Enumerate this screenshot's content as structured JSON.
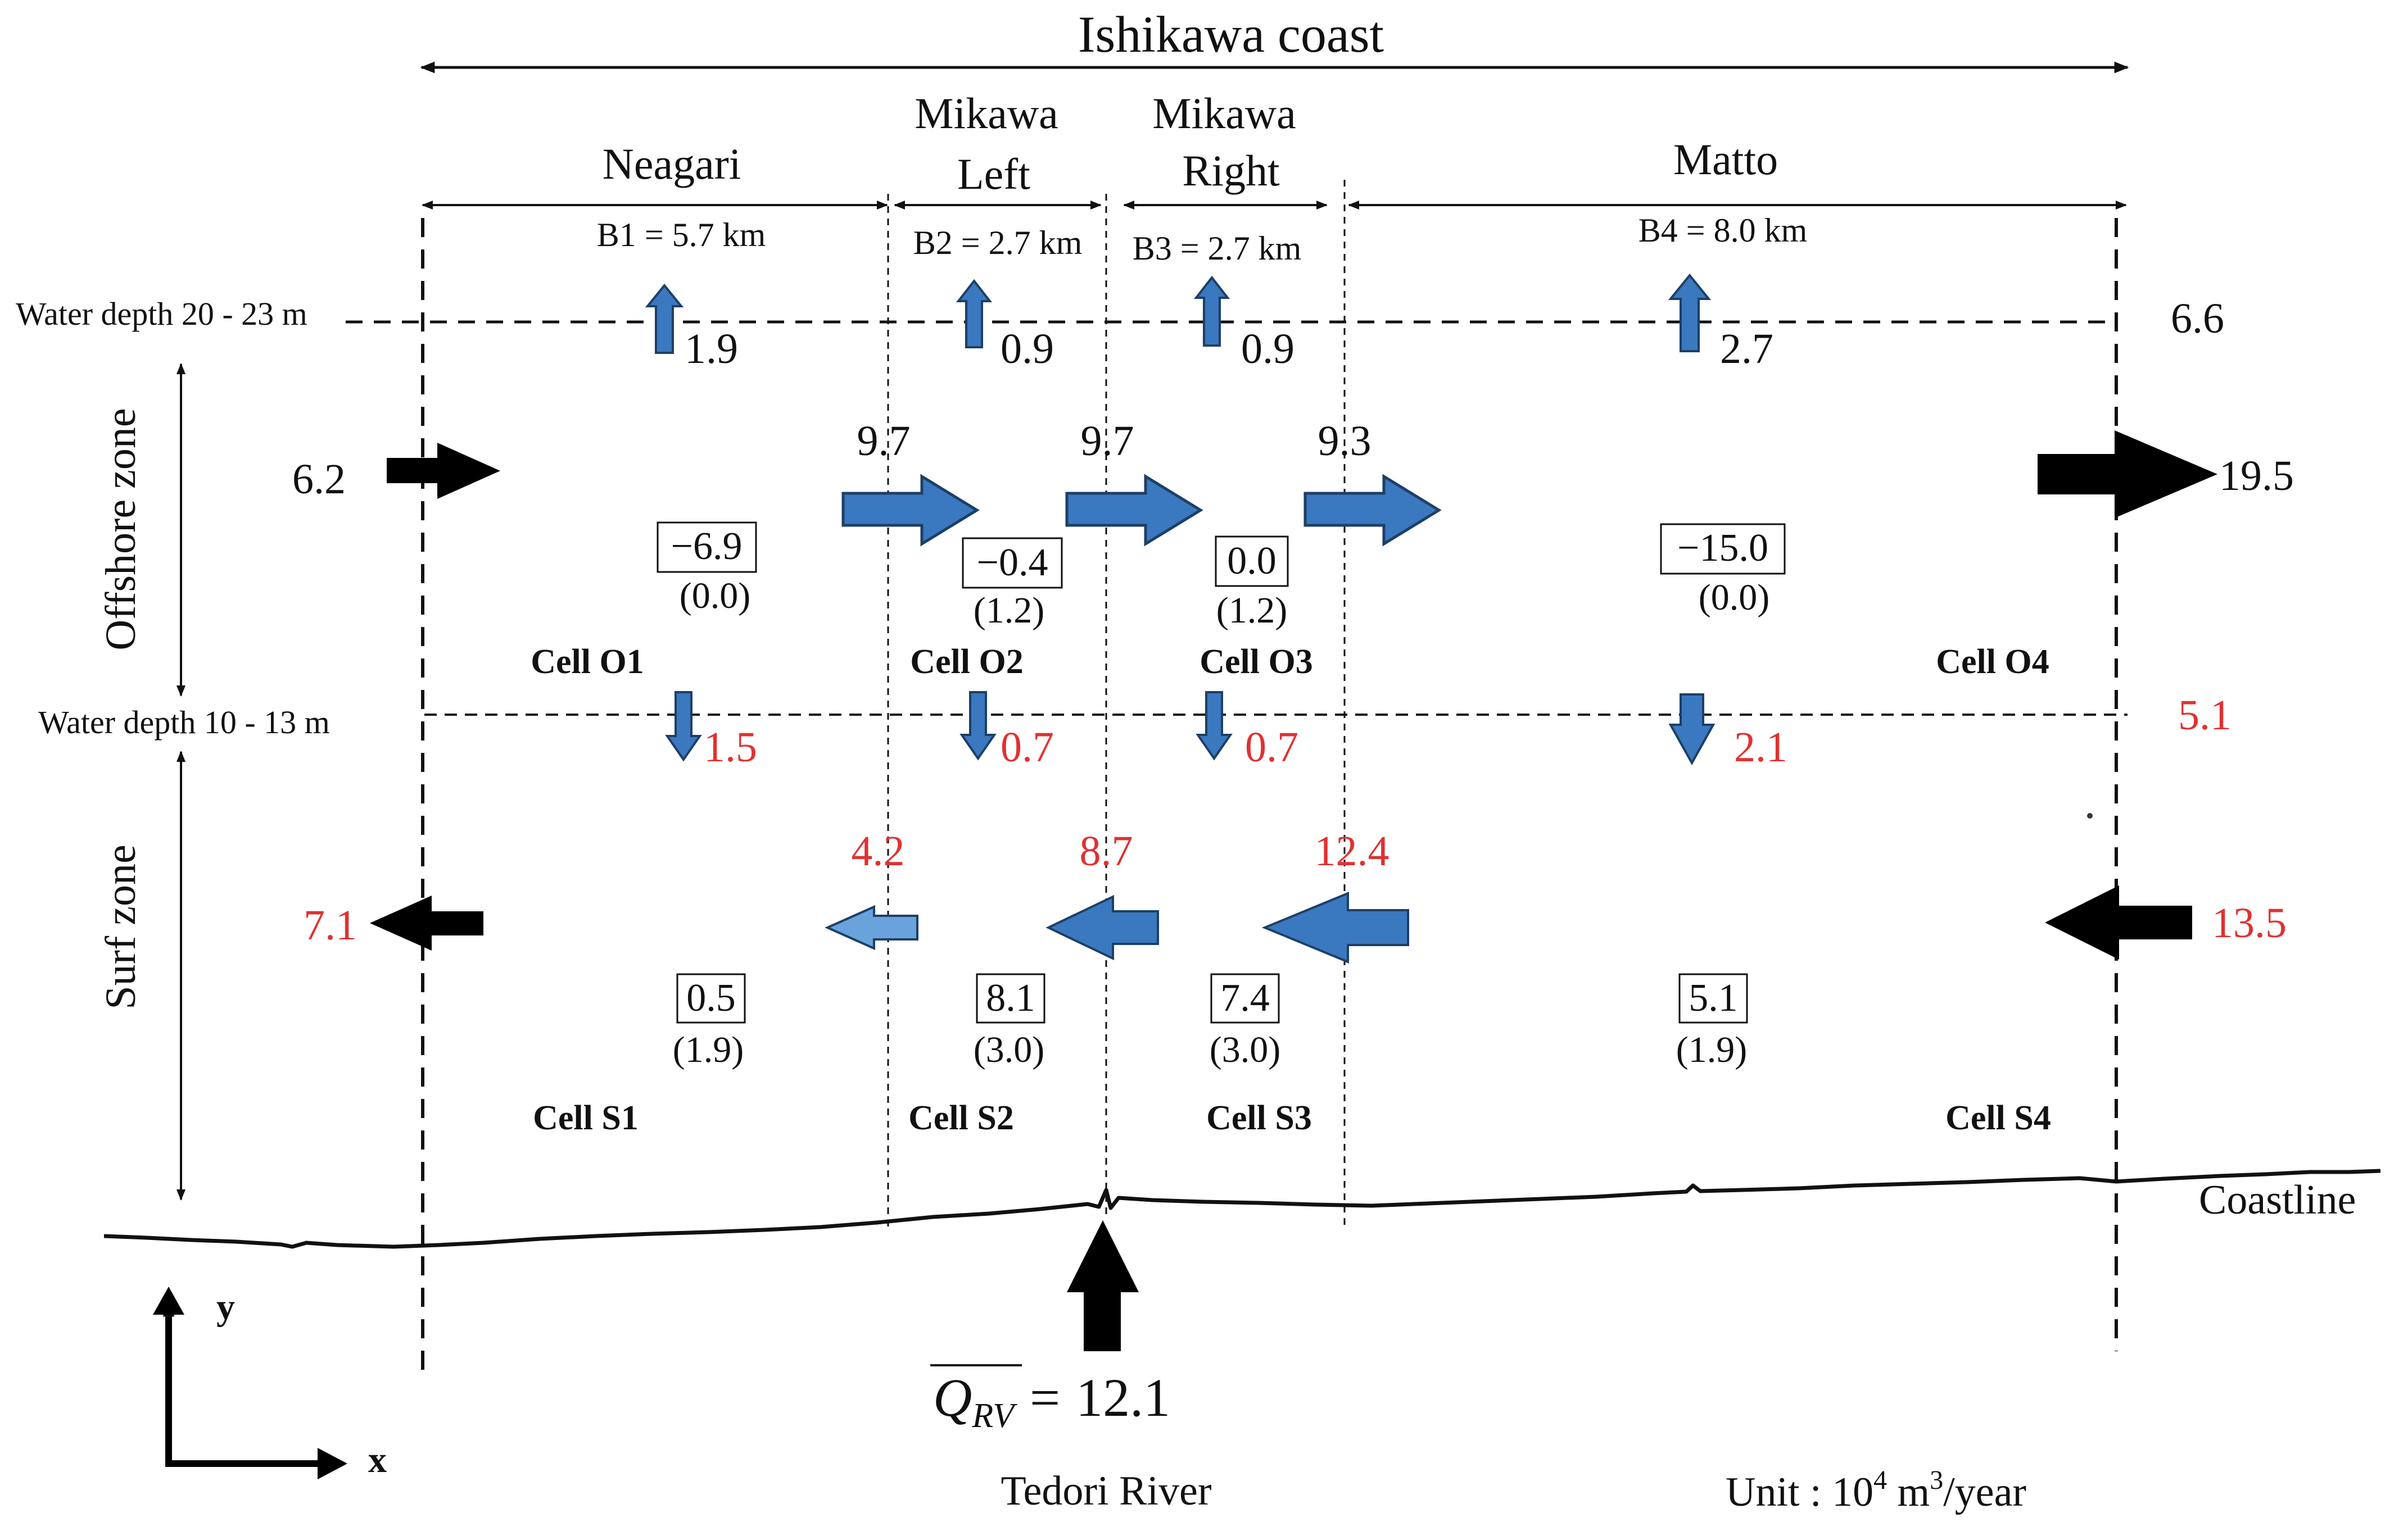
{
  "title": "Ishikawa coast",
  "regions": [
    {
      "id": "neagari",
      "name": "Neagari",
      "width": "B1 = 5.7 km"
    },
    {
      "id": "mikawa-left",
      "name_line1": "Mikawa",
      "name_line2": "Left",
      "width": "B2 = 2.7 km"
    },
    {
      "id": "mikawa-right",
      "name_line1": "Mikawa",
      "name_line2": "Right",
      "width": "B3 = 2.7 km"
    },
    {
      "id": "matto",
      "name": "Matto",
      "width": "B4 = 8.0 km"
    }
  ],
  "depth_lines": {
    "upper": "Water depth 20 - 23 m",
    "lower": "Water depth 10 - 13 m"
  },
  "zones": {
    "offshore": "Offshore zone",
    "surf": "Surf zone"
  },
  "offshore_loss": {
    "values": [
      "1.9",
      "0.9",
      "0.9",
      "2.7"
    ],
    "total": "6.6"
  },
  "offshore_longshore": {
    "inflow": "6.2",
    "values": [
      "9.7",
      "9.7",
      "9.3"
    ],
    "outflow": "19.5"
  },
  "cross_shore": {
    "values": [
      "1.5",
      "0.7",
      "0.7",
      "2.1"
    ],
    "total": "5.1"
  },
  "surf_longshore": {
    "outflow": "7.1",
    "values": [
      "4.2",
      "8.7",
      "12.4"
    ],
    "inflow": "13.5"
  },
  "cells": {
    "offshore": [
      {
        "name": "Cell O1",
        "change": "−6.9",
        "paren": "(0.0)"
      },
      {
        "name": "Cell O2",
        "change": "−0.4",
        "paren": "(1.2)"
      },
      {
        "name": "Cell O3",
        "change": "0.0",
        "paren": "(1.2)"
      },
      {
        "name": "Cell O4",
        "change": "−15.0",
        "paren": "(0.0)"
      }
    ],
    "surf": [
      {
        "name": "Cell S1",
        "change": "0.5",
        "paren": "(1.9)"
      },
      {
        "name": "Cell S2",
        "change": "8.1",
        "paren": "(3.0)"
      },
      {
        "name": "Cell S3",
        "change": "7.4",
        "paren": "(3.0)"
      },
      {
        "name": "Cell S4",
        "change": "5.1",
        "paren": "(1.9)"
      }
    ]
  },
  "coastline_label": "Coastline",
  "river": {
    "symbol": "Q",
    "subscript": "RV",
    "equals": "=",
    "value": "12.1",
    "name": "Tedori River"
  },
  "axes": {
    "x": "x",
    "y": "y"
  },
  "unit": {
    "prefix": "Unit : 10",
    "exp1": "4",
    "mid": " m",
    "exp2": "3",
    "suffix": "/year"
  },
  "colors": {
    "blue_arrow": "#3a78c0",
    "blue_arrow_light": "#6aa3dc",
    "arrow_stroke": "#1d3f66",
    "black_arrow": "#000000",
    "red_text": "#e03131"
  }
}
